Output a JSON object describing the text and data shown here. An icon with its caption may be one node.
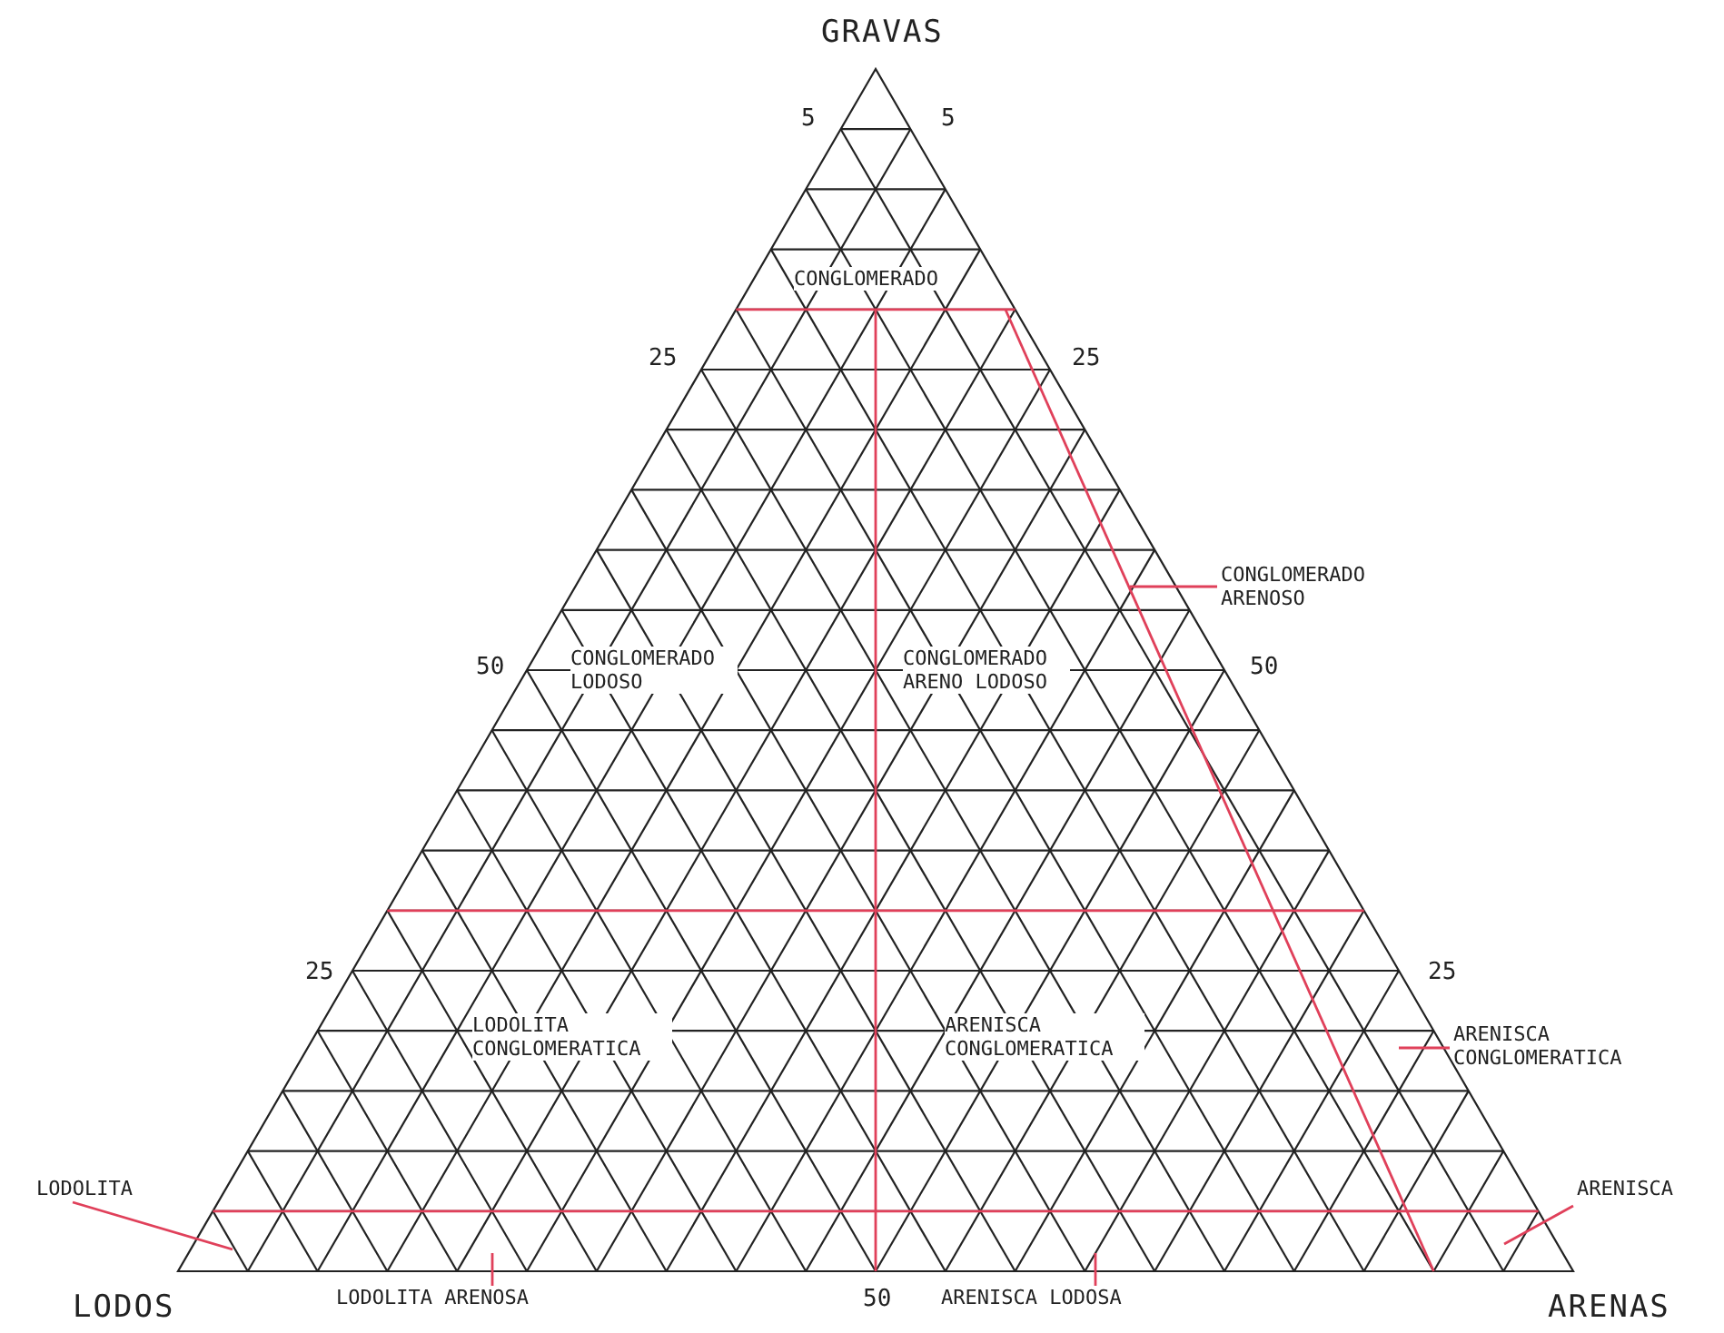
{
  "diagram": {
    "nodes": [
      {
        "text": [
          "CONGLOMERADO ARENOSO"
        ]
      },
      {
        "text": [
          "ARENISCA CONGLOMERATICA"
        ]
      },
      {
        "text": [
          "LODOLITA"
        ]
      },
      {
        "text": [
          "ARENISCA"
        ]
      },
      {
        "text": [
          "LODOLITA ARENOSA"
        ]
      },
      {
        "text": [
          "ARENISCA LODOSA"
        ]
      }
    ],
    "edges": [
      {
        "from": 0,
        "to": null,
        "arrow": "none"
      },
      {
        "from": 1,
        "to": null,
        "arrow": "none"
      },
      {
        "from": 2,
        "to": null,
        "arrow": "none"
      },
      {
        "from": 3,
        "to": null,
        "arrow": "none"
      },
      {
        "from": 4,
        "to": null,
        "arrow": "none"
      },
      {
        "from": 5,
        "to": null,
        "arrow": "none"
      }
    ],
    "labels": [
      "GRAVAS",
      "5",
      "5",
      "CONGLOMERADO",
      "25",
      "25",
      "50",
      "CONGLOMERADO LODOSO",
      "CONGLOMERADO ARENO LODOSO",
      "50",
      "25",
      "25",
      "LODOLITA CONGLOMERATICA",
      "ARENISCA CONGLOMERATICA",
      "LODOS",
      "50",
      "ARENAS"
    ]
  }
}
